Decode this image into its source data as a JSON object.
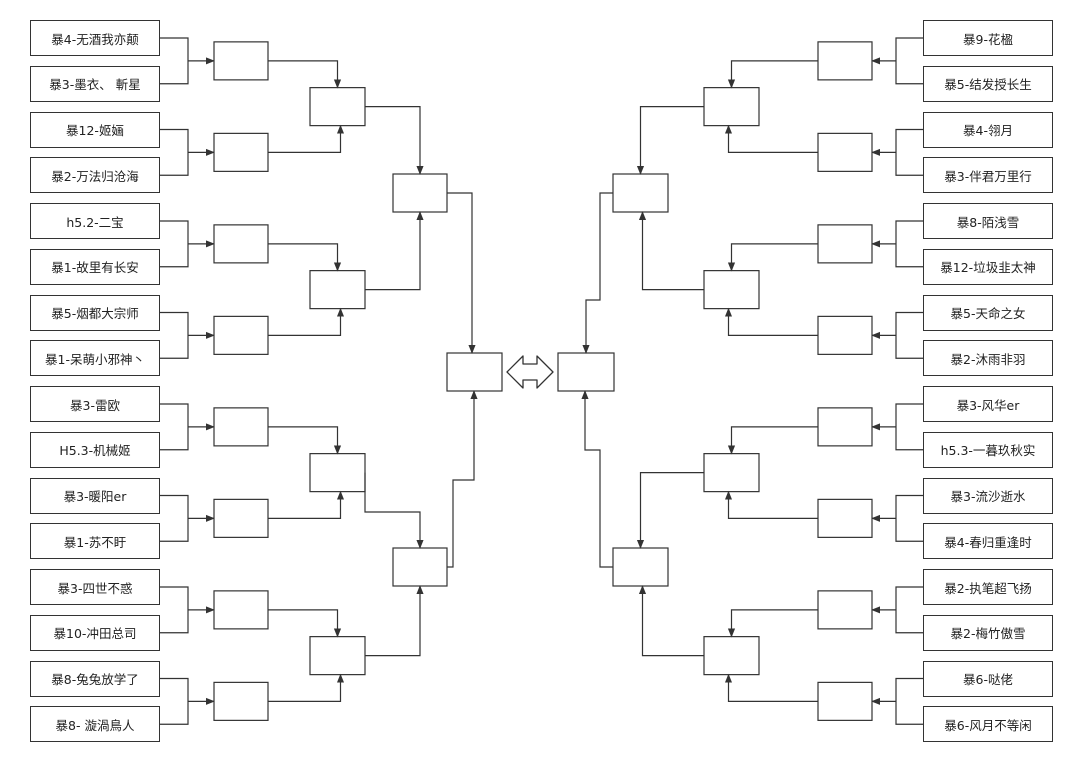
{
  "left_players": [
    "暴4-无酒我亦颠",
    "暴3-墨衣、 斬星",
    "暴12-姬婳",
    "暴2-万法归沧海",
    "h5.2-二宝",
    "暴1-故里有长安",
    "暴5-烟都大宗师",
    "暴1-呆萌小邪神丶",
    "暴3-雷欧",
    "H5.3-机械姬",
    "暴3-暖阳er",
    "暴1-苏不盱",
    "暴3-四世不惑",
    "暴10-冲田总司",
    "暴8-兔兔放学了",
    "暴8- 漩渦鳥人"
  ],
  "right_players": [
    "暴9-花楹",
    "暴5-结发授长生",
    "暴4-翎月",
    "暴3-伴君万里行",
    "暴8-陌浅雪",
    "暴12-垃圾韭太神",
    "暴5-天命之女",
    "暴2-沐雨非羽",
    "暴3-风华er",
    "h5.3-一暮玖秋实",
    "暴3-流沙逝水",
    "暴4-春归重逢时",
    "暴2-执笔超飞扬",
    "暴2-梅竹傲雪",
    "暴6-哒佬",
    "暴6-风月不等闲"
  ],
  "colors": {
    "line": "#333333",
    "box_border": "#333333",
    "background": "#ffffff"
  },
  "icons": {
    "center": "double-arrow-icon"
  }
}
